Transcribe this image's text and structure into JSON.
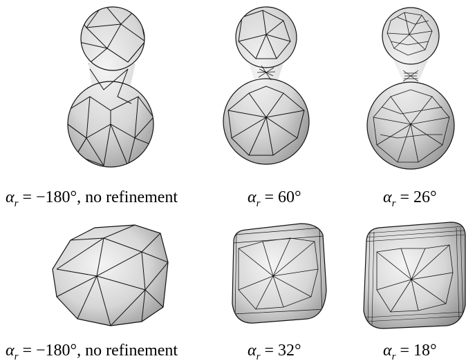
{
  "panels": [
    {
      "id": "a",
      "label": "α_r = −180°, no refinement",
      "alpha": "−180°",
      "suffix": ", no refinement",
      "shape": "dumbbell",
      "refinement": "none"
    },
    {
      "id": "b",
      "label": "α_r = 60°",
      "alpha": "60°",
      "suffix": "",
      "shape": "dumbbell",
      "refinement": "low"
    },
    {
      "id": "c",
      "label": "α_r = 26°",
      "alpha": "26°",
      "suffix": "",
      "shape": "dumbbell",
      "refinement": "high"
    },
    {
      "id": "d",
      "label": "α_r = −180°, no refinement",
      "alpha": "−180°",
      "suffix": ", no refinement",
      "shape": "cube",
      "refinement": "none"
    },
    {
      "id": "e",
      "label": "α_r = 32°",
      "alpha": "32°",
      "suffix": "",
      "shape": "cube",
      "refinement": "low"
    },
    {
      "id": "f",
      "label": "α_r = 18°",
      "alpha": "18°",
      "suffix": "",
      "shape": "cube",
      "refinement": "high"
    }
  ],
  "colors": {
    "mesh_fill_light": "#f2f2f2",
    "mesh_fill_dark": "#8f8f8f",
    "edge": "#111111",
    "text": "#000000"
  }
}
